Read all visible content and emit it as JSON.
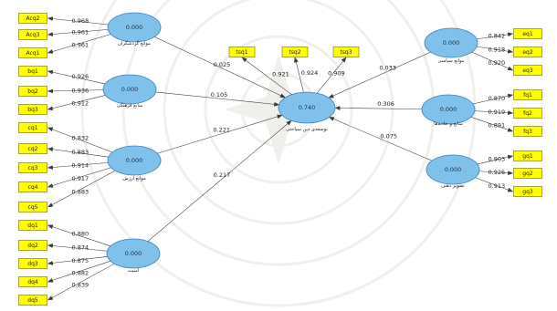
{
  "diagram": {
    "central": {
      "id": "lv-center",
      "value": "0.740",
      "label": "توسعه‌ی دین سیاحتی",
      "indicators": [
        {
          "label": "tsq1",
          "loading": "0.921"
        },
        {
          "label": "tsq2",
          "loading": "0.924"
        },
        {
          "label": "tsq3",
          "loading": "0.909"
        }
      ]
    },
    "left": [
      {
        "id": "lv-left-1",
        "value": "0.000",
        "label": "موانع گردشگران",
        "path": "0.025",
        "indicators": [
          {
            "label": "Acq2",
            "loading": "0.968"
          },
          {
            "label": "Acq3",
            "loading": "0.961"
          },
          {
            "label": "Acq1",
            "loading": "0.961"
          }
        ]
      },
      {
        "id": "lv-left-2",
        "value": "0.000",
        "label": "منابع فرهنگی",
        "path": "0.105",
        "indicators": [
          {
            "label": "bq1",
            "loading": "0.926"
          },
          {
            "label": "bq2",
            "loading": "0.936"
          },
          {
            "label": "bq3",
            "loading": "0.912"
          }
        ]
      },
      {
        "id": "lv-left-3",
        "value": "0.000",
        "label": "موانع ارزش",
        "path": "0.221",
        "indicators": [
          {
            "label": "cq1",
            "loading": "0.832"
          },
          {
            "label": "cq2",
            "loading": "0.883"
          },
          {
            "label": "cq3",
            "loading": "0.914"
          },
          {
            "label": "cq4",
            "loading": "0.917"
          },
          {
            "label": "cq5",
            "loading": "0.883"
          }
        ]
      },
      {
        "id": "lv-left-4",
        "value": "0.000",
        "label": "امنیت",
        "path": "0.217",
        "indicators": [
          {
            "label": "dq1",
            "loading": "0.880"
          },
          {
            "label": "dq2",
            "loading": "0.874"
          },
          {
            "label": "dq3",
            "loading": "0.875"
          },
          {
            "label": "dq4",
            "loading": "0.882"
          },
          {
            "label": "dq5",
            "loading": "0.839"
          }
        ]
      }
    ],
    "right": [
      {
        "id": "lv-right-1",
        "value": "0.000",
        "label": "موانع سیاسی",
        "path": "0.033",
        "indicators": [
          {
            "label": "eq1",
            "loading": "0.842"
          },
          {
            "label": "eq2",
            "loading": "0.918"
          },
          {
            "label": "eq3",
            "loading": "0.920"
          }
        ]
      },
      {
        "id": "lv-right-2",
        "value": "0.000",
        "label": "منابع و جاذبه‌ها",
        "path": "0.306",
        "indicators": [
          {
            "label": "fq1",
            "loading": "0.870"
          },
          {
            "label": "fq2",
            "loading": "0.919"
          },
          {
            "label": "fq3",
            "loading": "0.891"
          }
        ]
      },
      {
        "id": "lv-right-3",
        "value": "0.000",
        "label": "تصویر ذهنی",
        "path": "0.075",
        "indicators": [
          {
            "label": "gq1",
            "loading": "0.903"
          },
          {
            "label": "gq2",
            "loading": "0.926"
          },
          {
            "label": "gq3",
            "loading": "0.913"
          }
        ]
      }
    ],
    "colors": {
      "indicator_fill": "#ffff00",
      "latent_fill": "#7fc1ea",
      "edge": "#3a3a3a"
    }
  }
}
